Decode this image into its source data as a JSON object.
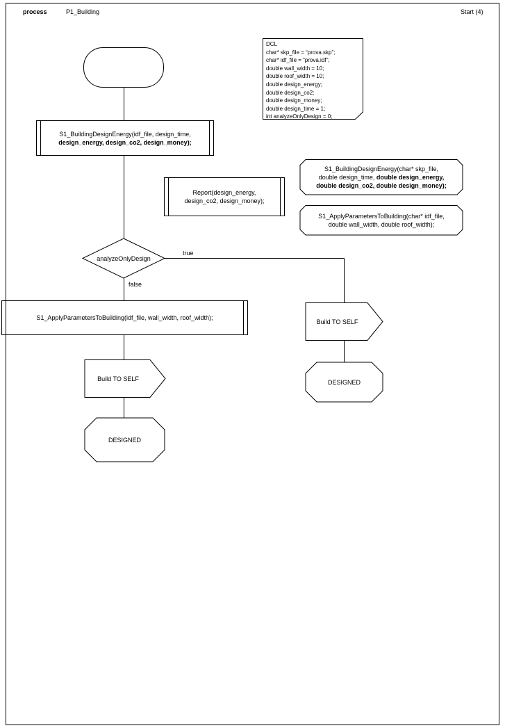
{
  "header": {
    "kind_label": "process",
    "title": "P1_Building",
    "start_label": "Start (4)"
  },
  "dcl": {
    "lines": [
      "DCL",
      "char* skp_file = “prova.skp”;",
      "char* idf_file = “prova.idf”;",
      "double wall_width = 10;",
      "double roof_width = 10;",
      "double design_energy;",
      "double design_co2;",
      "double design_money;",
      "double design_time = 1;",
      "int analyzeOnlyDesign = 0;"
    ]
  },
  "flow": {
    "call_design_energy": {
      "line1": "S1_BuildingDesignEnergy(idf_file, design_time,",
      "line2": "design_energy, design_co2, design_money);"
    },
    "report": {
      "line1": "Report(design_energy,",
      "line2": "design_co2, design_money);"
    },
    "decision": {
      "label": "analyzeOnlyDesign",
      "true_label": "true",
      "false_label": "false"
    },
    "call_apply_params": {
      "line1": "S1_ApplyParametersToBuilding(idf_file, wall_width, roof_width);"
    },
    "left_branch": {
      "address_label": "Build TO SELF",
      "end_label": "DESIGNED"
    },
    "right_branch": {
      "address_label": "Build TO SELF",
      "end_label": "DESIGNED"
    }
  },
  "signatures": {
    "design_energy": {
      "line1": "S1_BuildingDesignEnergy(char* skp_file,",
      "line2_normal": "double design_time, ",
      "line2_bold": "double design_energy,",
      "line3": "double design_co2, double design_money);"
    },
    "apply_params": {
      "line1": "S1_ApplyParametersToBuilding(char* idf_file,",
      "line2": "double wall_width, double roof_width);"
    }
  }
}
